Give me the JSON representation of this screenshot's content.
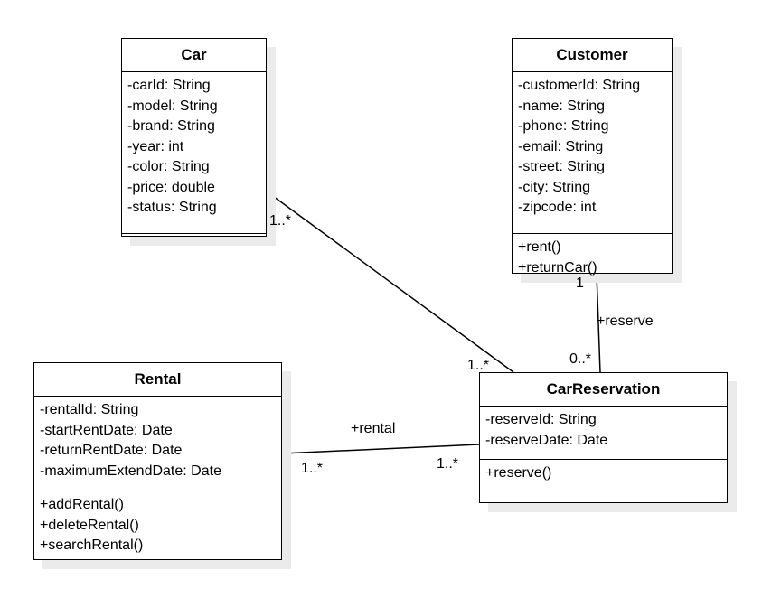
{
  "classes": {
    "car": {
      "name": "Car",
      "attributes": [
        "-carId: String",
        "-model: String",
        "-brand: String",
        "-year: int",
        "-color: String",
        "-price: double",
        "-status: String"
      ],
      "methods": []
    },
    "customer": {
      "name": "Customer",
      "attributes": [
        "-customerId: String",
        "-name: String",
        "-phone: String",
        "-email: String",
        "-street: String",
        "-city: String",
        "-zipcode: int"
      ],
      "methods": [
        "+rent()",
        "+returnCar()"
      ]
    },
    "rental": {
      "name": "Rental",
      "attributes": [
        "-rentalId: String",
        "-startRentDate: Date",
        "-returnRentDate: Date",
        "-maximumExtendDate: Date"
      ],
      "methods": [
        "+addRental()",
        "+deleteRental()",
        "+searchRental()"
      ]
    },
    "carreservation": {
      "name": "CarReservation",
      "attributes": [
        "-reserveId: String",
        "-reserveDate: Date"
      ],
      "methods": [
        "+reserve()"
      ]
    }
  },
  "associations": {
    "car_reservation": {
      "car_mult": "1..*",
      "reservation_mult": "1..*"
    },
    "customer_reservation": {
      "role": "+reserve",
      "customer_mult": "1",
      "reservation_mult": "0..*"
    },
    "rental_reservation": {
      "role": "+rental",
      "rental_mult": "1..*",
      "reservation_mult": "1..*"
    }
  }
}
